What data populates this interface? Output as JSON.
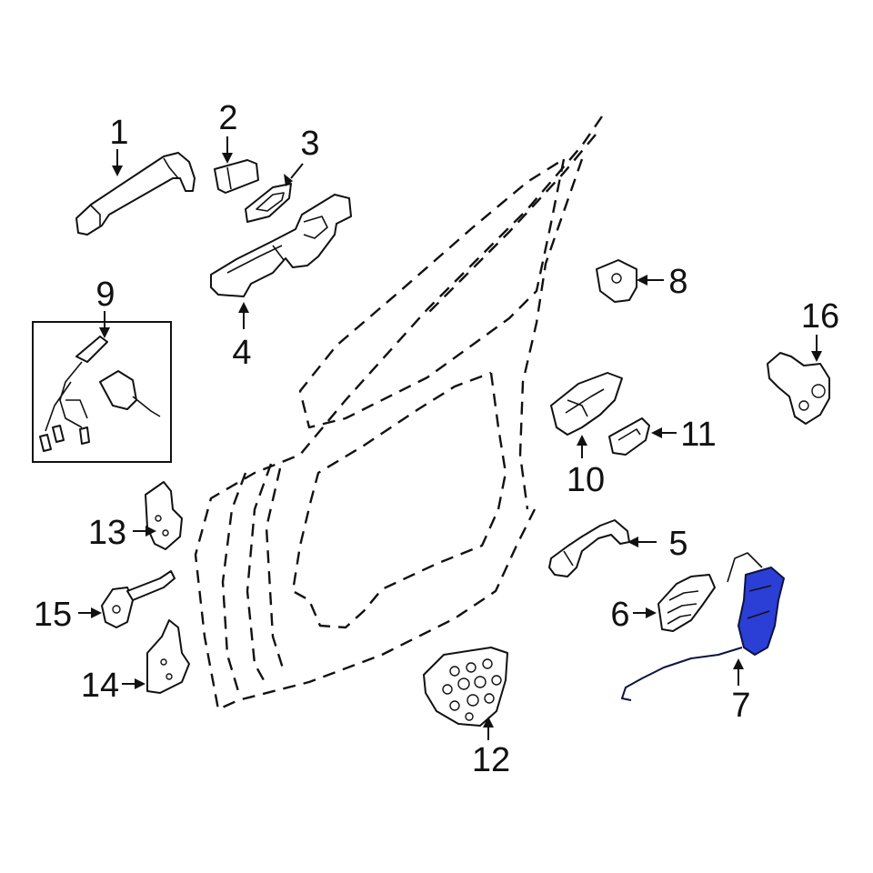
{
  "diagram": {
    "highlight_color": "#2b3fd6",
    "callouts": [
      {
        "id": "1",
        "label": "1"
      },
      {
        "id": "2",
        "label": "2"
      },
      {
        "id": "3",
        "label": "3"
      },
      {
        "id": "4",
        "label": "4"
      },
      {
        "id": "5",
        "label": "5"
      },
      {
        "id": "6",
        "label": "6"
      },
      {
        "id": "7",
        "label": "7"
      },
      {
        "id": "8",
        "label": "8"
      },
      {
        "id": "9",
        "label": "9"
      },
      {
        "id": "10",
        "label": "10"
      },
      {
        "id": "11",
        "label": "11"
      },
      {
        "id": "12",
        "label": "12"
      },
      {
        "id": "13",
        "label": "13"
      },
      {
        "id": "14",
        "label": "14"
      },
      {
        "id": "15",
        "label": "15"
      },
      {
        "id": "16",
        "label": "16"
      }
    ]
  }
}
